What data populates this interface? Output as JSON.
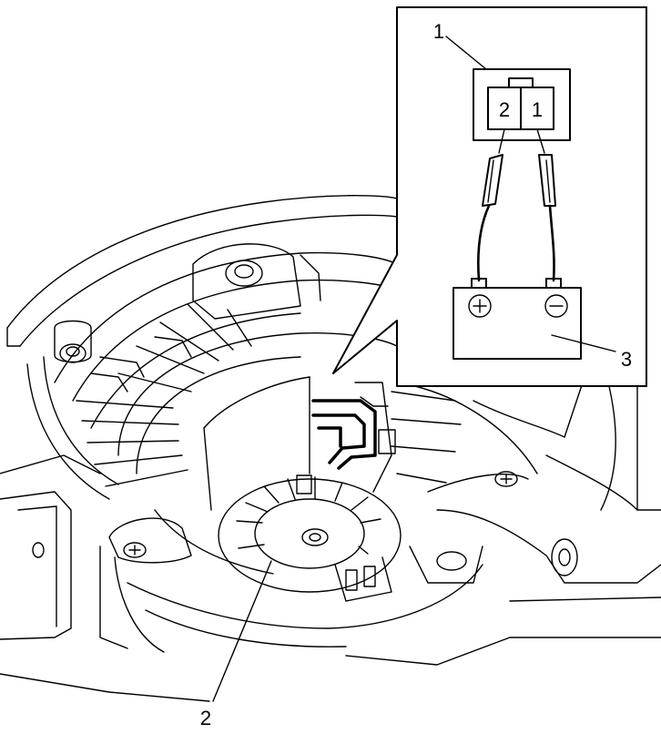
{
  "callouts": {
    "connector": "1",
    "blower_motor": "2",
    "battery": "3"
  },
  "connector_pins": {
    "pin_left": "2",
    "pin_right": "1"
  },
  "battery_terminals": {
    "positive": "⊕",
    "negative": "⊖"
  }
}
